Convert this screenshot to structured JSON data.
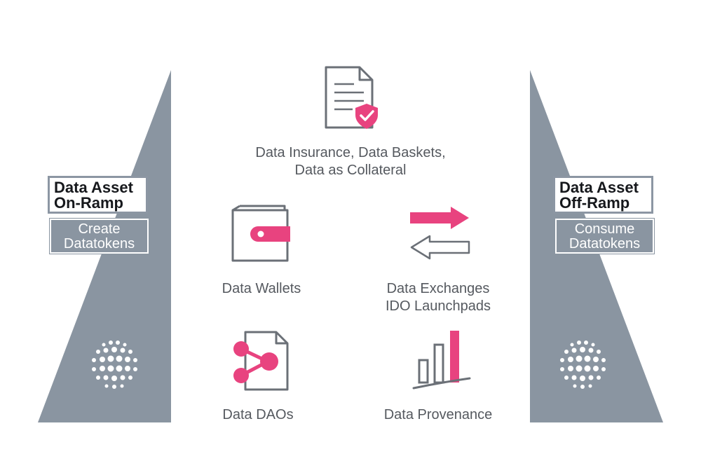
{
  "left_ramp": {
    "title_line1": "Data Asset",
    "title_line2": "On-Ramp",
    "sub_line1": "Create",
    "sub_line2": "Datatokens"
  },
  "right_ramp": {
    "title_line1": "Data Asset",
    "title_line2": "Off-Ramp",
    "sub_line1": "Consume",
    "sub_line2": "Datatokens"
  },
  "items": {
    "insurance": {
      "line1": "Data Insurance, Data Baskets,",
      "line2": "Data as Collateral",
      "icon": "document-shield-icon"
    },
    "wallets": {
      "line1": "Data Wallets",
      "icon": "wallet-icon"
    },
    "exchanges": {
      "line1": "Data Exchanges",
      "line2": "IDO Launchpads",
      "icon": "exchange-arrows-icon"
    },
    "daos": {
      "line1": "Data DAOs",
      "icon": "share-document-icon"
    },
    "provenance": {
      "line1": "Data Provenance",
      "icon": "bar-chart-icon"
    }
  },
  "colors": {
    "ramp_gray": "#8a95a1",
    "accent_pink": "#e8437f",
    "icon_gray": "#6b7077"
  }
}
